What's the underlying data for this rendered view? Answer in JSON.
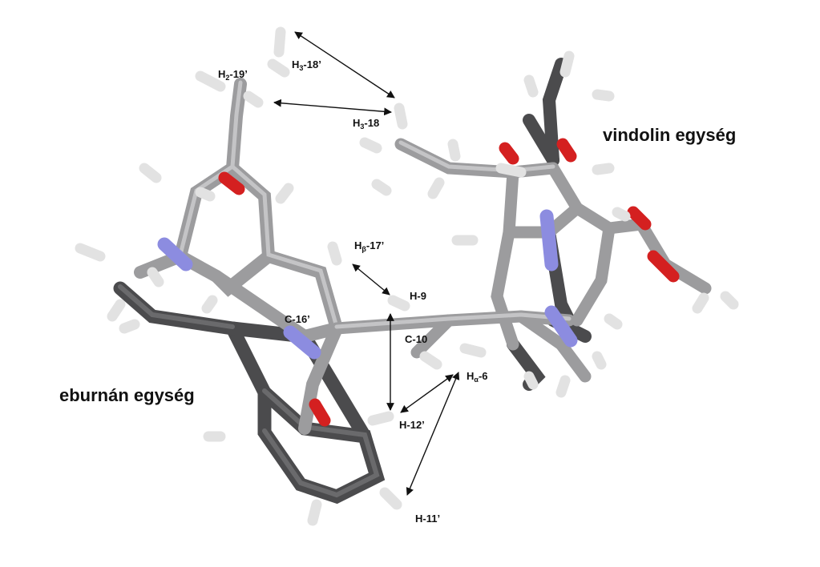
{
  "labels": {
    "unit_vindolin": "vindolin egység",
    "unit_eburnan": "eburnán egység",
    "h3_18p_main": "H",
    "h3_18p_sub": "3",
    "h3_18p_rest": "-18’",
    "h2_19p_main": "H",
    "h2_19p_sub": "2",
    "h2_19p_rest": "-19’",
    "h3_18_main": "H",
    "h3_18_sub": "3",
    "h3_18_rest": "-18",
    "hb_17p_main": "H",
    "hb_17p_sub": "β",
    "hb_17p_rest": "-17’",
    "h9": "H-9",
    "c16p": "C-16’",
    "c10": "C-10",
    "ha_6_main": "H",
    "ha_6_sub": "α",
    "ha_6_rest": "-6",
    "h12p": "H-12’",
    "h11p": "H-11’"
  },
  "colors": {
    "carbon_dark": "#4a4a4c",
    "carbon_light": "#9c9c9e",
    "hydrogen": "#e6e6e6",
    "nitrogen": "#8c8ce0",
    "oxygen": "#d42020",
    "arrow": "#111111"
  }
}
